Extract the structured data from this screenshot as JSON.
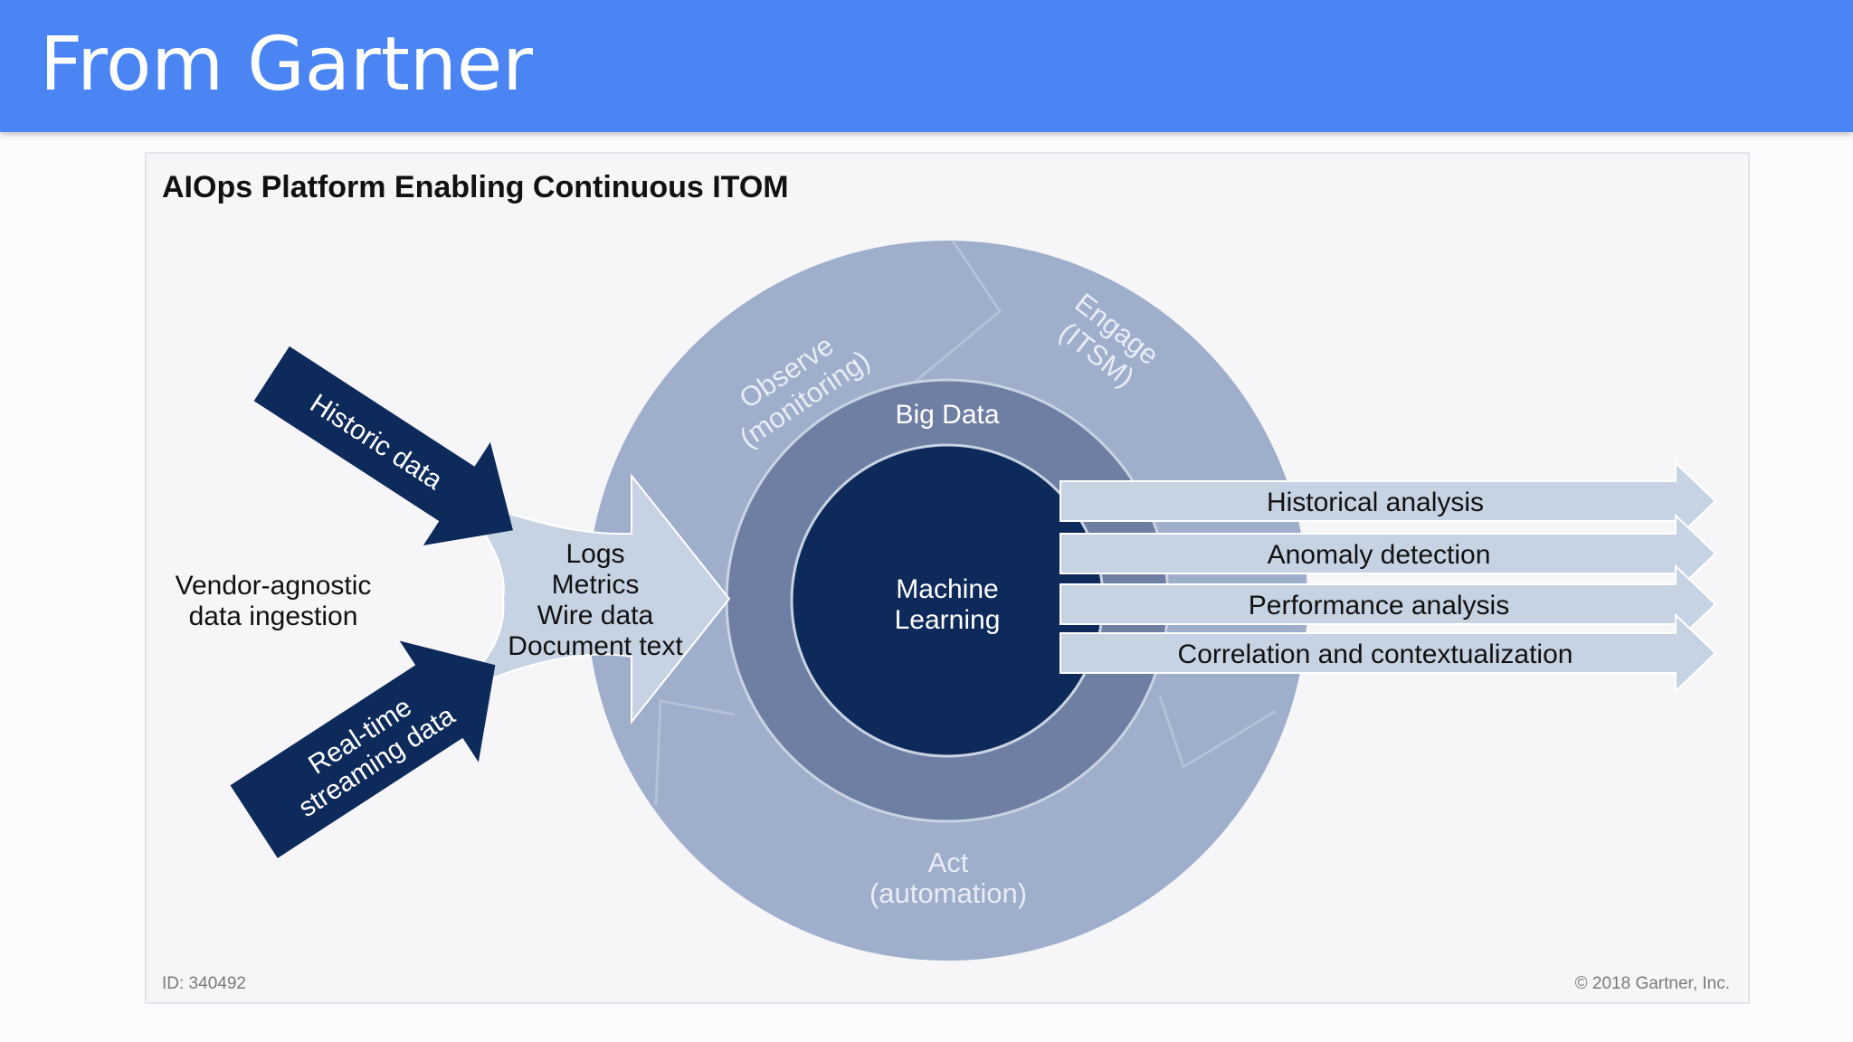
{
  "slide": {
    "title": "From Gartner"
  },
  "figure": {
    "title": "AIOps Platform Enabling Continuous ITOM",
    "rings": {
      "observe_line1": "Observe",
      "observe_line2": "(monitoring)",
      "engage_line1": "Engage",
      "engage_line2": "(ITSM)",
      "act_line1": "Act",
      "act_line2": "(automation)",
      "big_data": "Big Data",
      "core_line1": "Machine",
      "core_line2": "Learning"
    },
    "inputs": {
      "historic": "Historic data",
      "realtime_line1": "Real-time",
      "realtime_line2": "streaming data",
      "ingestion_line1": "Vendor-agnostic",
      "ingestion_line2": "data ingestion"
    },
    "data_types": [
      "Logs",
      "Metrics",
      "Wire data",
      "Document text"
    ],
    "outputs": [
      "Historical analysis",
      "Anomaly detection",
      "Performance analysis",
      "Correlation and contextualization"
    ],
    "footer": {
      "id": "ID: 340492",
      "copyright": "© 2018 Gartner, Inc."
    },
    "colors": {
      "header_blue": "#4a85f3",
      "outer_ring": "#9eaecb",
      "middle_ring": "#6e7fa3",
      "core": "#0e2a5a",
      "navy_arrow": "#0e2a5a",
      "light_arrow": "#c6d3e3"
    }
  }
}
